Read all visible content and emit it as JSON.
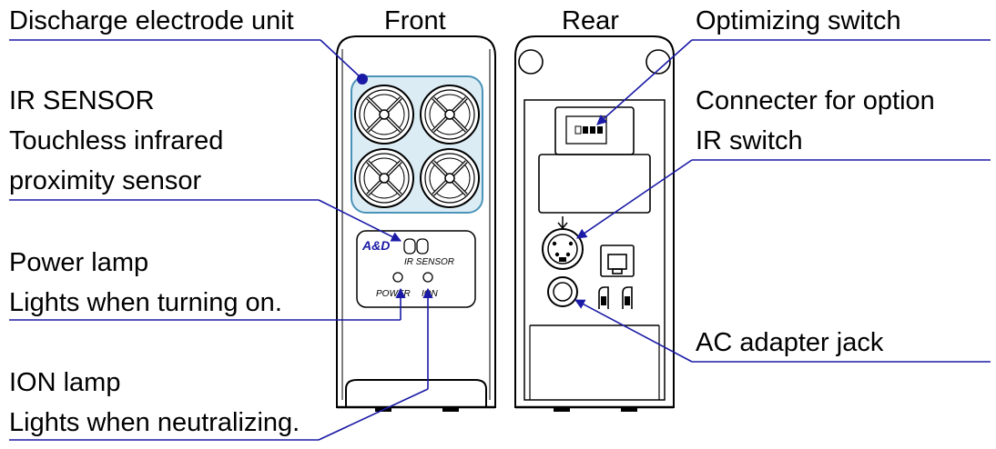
{
  "headings": {
    "front": "Front",
    "rear": "Rear"
  },
  "left_labels": {
    "discharge": "Discharge electrode unit",
    "ir_sensor_title": "IR SENSOR",
    "ir_sensor_desc1": "Touchless infrared",
    "ir_sensor_desc2": "proximity sensor",
    "power_title": "Power lamp",
    "power_desc": "Lights when turning on.",
    "ion_title": "ION lamp",
    "ion_desc": "Lights when neutralizing."
  },
  "right_labels": {
    "optimizing": "Optimizing switch",
    "connector": "Connecter for option",
    "ir_switch": "IR switch",
    "ac_jack": "AC adapter jack"
  },
  "panel": {
    "logo": "A&D",
    "ir_sensor_text": "IR SENSOR",
    "power_text": "POWER",
    "ion_text": "ION"
  },
  "colors": {
    "leader": "#1a1aa6",
    "highlight_fill": "#dcecf4",
    "highlight_stroke": "#4a93b8",
    "outline": "#000000"
  }
}
